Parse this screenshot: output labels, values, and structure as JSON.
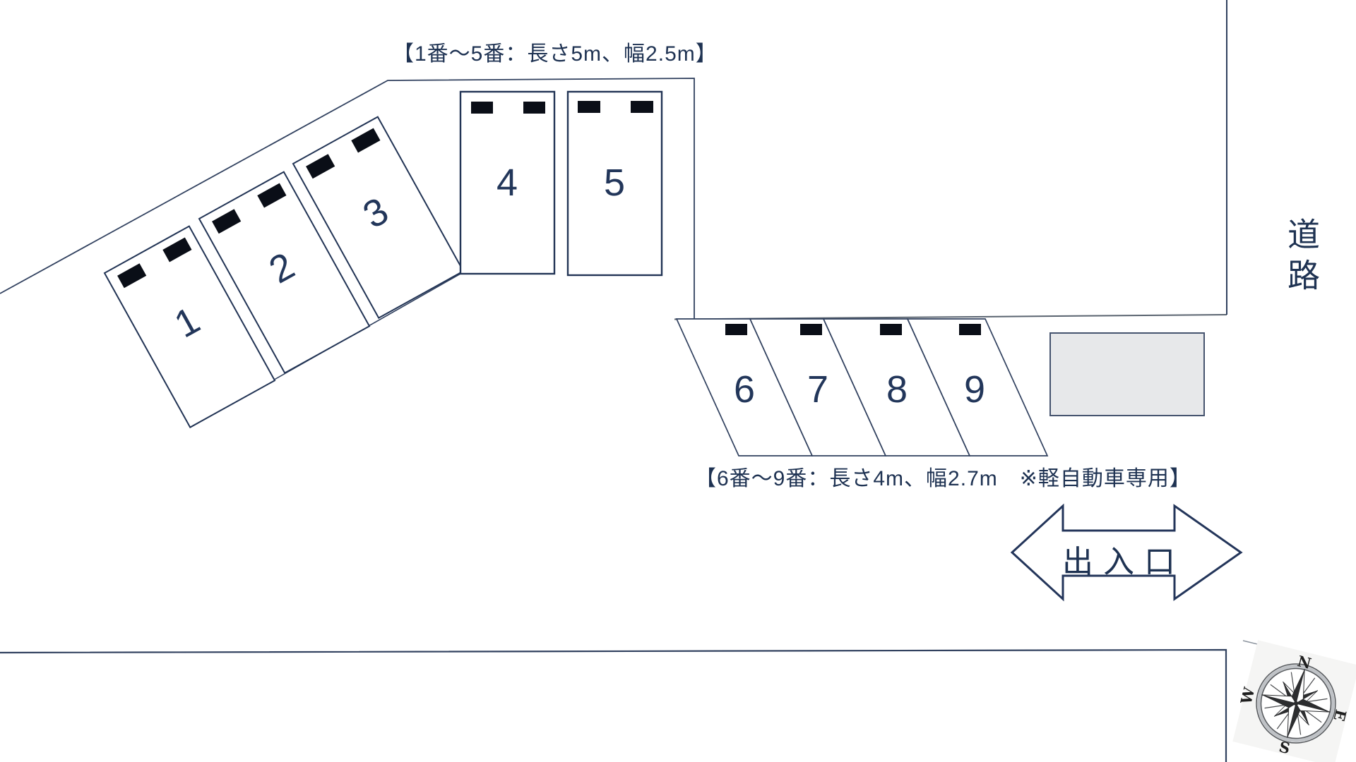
{
  "notes": {
    "top": "【1番〜5番：長さ5m、幅2.5m】",
    "bottom": "【6番〜9番：長さ4m、幅2.7m　※軽自動車専用】"
  },
  "labels": {
    "road": "道路",
    "entrance": "出入口"
  },
  "compass": {
    "north": "N",
    "east": "E",
    "south": "S",
    "west": "W"
  },
  "spaces": [
    {
      "number": "1"
    },
    {
      "number": "2"
    },
    {
      "number": "3"
    },
    {
      "number": "4"
    },
    {
      "number": "5"
    },
    {
      "number": "6"
    },
    {
      "number": "7"
    },
    {
      "number": "8"
    },
    {
      "number": "9"
    }
  ],
  "colors": {
    "line": "#31415f",
    "space_border": "#223455",
    "text": "#1e3252",
    "wheel_stop": "#0a0e17",
    "building_fill": "#e7e8ea",
    "background": "#ffffff"
  }
}
